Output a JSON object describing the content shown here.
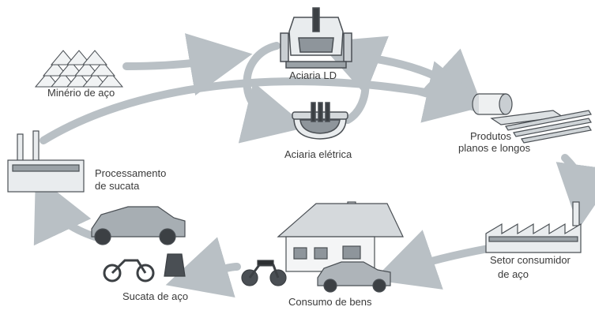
{
  "labels": {
    "ore": "Minério de aço",
    "ld": "Aciaria LD",
    "electric": "Aciaria elétrica",
    "products_line1": "Produtos",
    "products_line2": "planos e longos",
    "processing_line1": "Processamento",
    "processing_line2": "de sucata",
    "scrap": "Sucata de aço",
    "consumption": "Consumo de bens",
    "consumer_line1": "Setor consumidor",
    "consumer_line2": "de aço"
  },
  "colors": {
    "arrow": "#b9c0c5",
    "icon_fill": "#e9ecee",
    "icon_stroke": "#4a4f54",
    "dark": "#3c4044"
  }
}
